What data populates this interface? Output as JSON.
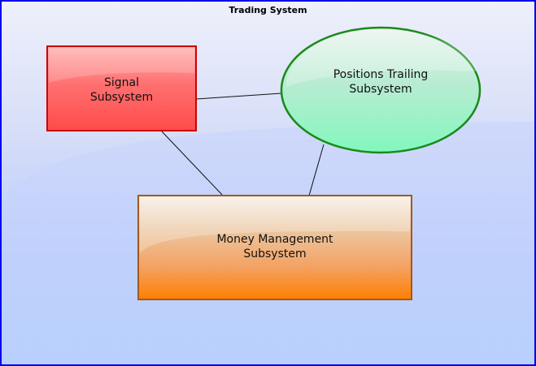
{
  "diagram": {
    "title": "Trading System",
    "nodes": {
      "signal": {
        "label": "Signal\nSubsystem",
        "fill": "#ff5a5a",
        "stroke": "#cc0000"
      },
      "positions": {
        "label": "Positions Trailing\nSubsystem",
        "fill": "#8ef5c2",
        "stroke": "#1a8a1a"
      },
      "money": {
        "label": "Money Management\nSubsystem",
        "fill": "#ff8a14",
        "stroke": "#a05a20"
      }
    },
    "edges": [
      {
        "from": "signal",
        "to": "positions"
      },
      {
        "from": "signal",
        "to": "money"
      },
      {
        "from": "positions",
        "to": "money"
      }
    ]
  }
}
